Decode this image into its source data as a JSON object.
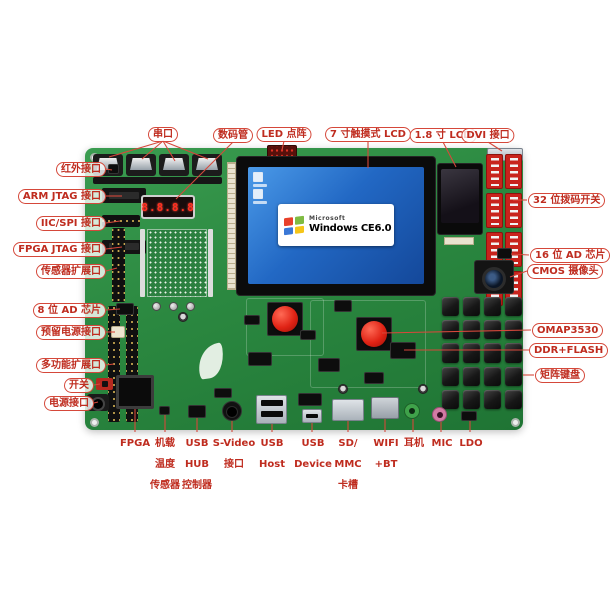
{
  "colors": {
    "annotation_red": "#bf2c1f",
    "pcb_green": "#2b8840",
    "lcd_blue": "#2268c4",
    "dip_switch_red": "#c8231c"
  },
  "lcd": {
    "microsoft": "Microsoft",
    "os_name": "Windows",
    "os_version": "CE6.0"
  },
  "seven_segment": {
    "value": "8.8.8.8"
  },
  "labels": {
    "top": [
      {
        "id": "serial-port",
        "text": "串口"
      },
      {
        "id": "seven-segment-display",
        "text": "数码管"
      },
      {
        "id": "led-dot-matrix",
        "text": "LED 点阵"
      },
      {
        "id": "lcd-7inch",
        "text": "7 寸触摸式 LCD"
      },
      {
        "id": "lcd-1-8inch",
        "text": "1.8 寸 LCD"
      },
      {
        "id": "dvi-port",
        "text": "DVI 接口"
      }
    ],
    "left": [
      {
        "id": "ir-port",
        "text": "红外接口"
      },
      {
        "id": "arm-jtag",
        "text": "ARM JTAG 接口"
      },
      {
        "id": "iic-spi",
        "text": "IIC/SPI 接口"
      },
      {
        "id": "fpga-jtag",
        "text": "FPGA JTAG 接口"
      },
      {
        "id": "sensor-expansion",
        "text": "传感器扩展口"
      },
      {
        "id": "ad-8bit",
        "text": "8 位 AD 芯片"
      },
      {
        "id": "reserved-power",
        "text": "预留电源接口"
      },
      {
        "id": "multifunction-expansion",
        "text": "多功能扩展口"
      },
      {
        "id": "switch",
        "text": "开关"
      },
      {
        "id": "power-port",
        "text": "电源接口"
      }
    ],
    "right": [
      {
        "id": "dip-switch-32bit",
        "text": "32 位拨码开关"
      },
      {
        "id": "ad-16bit",
        "text": "16 位 AD 芯片"
      },
      {
        "id": "cmos-camera",
        "text": "CMOS 摄像头"
      },
      {
        "id": "omap3530",
        "text": "OMAP3530"
      },
      {
        "id": "ddr-flash",
        "text": "DDR+FLASH"
      },
      {
        "id": "matrix-keypad",
        "text": "矩阵键盘"
      }
    ],
    "bottom": [
      {
        "id": "fpga",
        "lines": [
          "FPGA"
        ]
      },
      {
        "id": "onboard-temp-sensor",
        "lines": [
          "机载",
          "温度",
          "传感器"
        ]
      },
      {
        "id": "usb-hub-controller",
        "lines": [
          "USB",
          "HUB",
          "控制器"
        ]
      },
      {
        "id": "s-video-port",
        "lines": [
          "S-Video",
          "接口"
        ]
      },
      {
        "id": "usb-host",
        "lines": [
          "USB",
          "Host"
        ]
      },
      {
        "id": "usb-device",
        "lines": [
          "USB",
          "Device"
        ]
      },
      {
        "id": "sd-mmc-slot",
        "lines": [
          "SD/",
          "MMC",
          "卡槽"
        ]
      },
      {
        "id": "wifi-bt",
        "lines": [
          "WIFI",
          "+BT"
        ]
      },
      {
        "id": "headphone-jack",
        "lines": [
          "耳机"
        ]
      },
      {
        "id": "mic-jack",
        "lines": [
          "MIC"
        ]
      },
      {
        "id": "ldo",
        "lines": [
          "LDO"
        ]
      }
    ]
  }
}
